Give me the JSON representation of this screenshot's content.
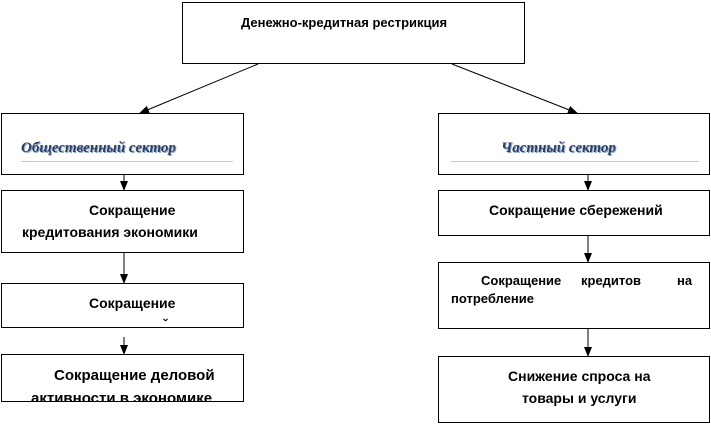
{
  "top": {
    "title": "Денежно-кредитная рестрикция"
  },
  "public": {
    "header": "Общественный сектор",
    "box1": {
      "line1": "Сокращение",
      "line2": "кредитования экономики"
    },
    "box2": {
      "line1": "Сокращение",
      "line2_fragment": "ˇ"
    },
    "box3": {
      "line1": "Сокращение деловой",
      "line2": "активности в экономике"
    }
  },
  "private": {
    "header": "Частный сектор",
    "box1": {
      "line1": "Сокращение сбережений"
    },
    "box2": {
      "line1_words": [
        "Сокращение",
        "кредитов",
        "на"
      ],
      "line2": "потребление"
    },
    "box3": {
      "line1": "Снижение спроса на",
      "line2": "товары и услуги"
    }
  },
  "colors": {
    "line": "#000000",
    "header_text": "#2b3f63",
    "header_underline": "#b8cbd6"
  }
}
